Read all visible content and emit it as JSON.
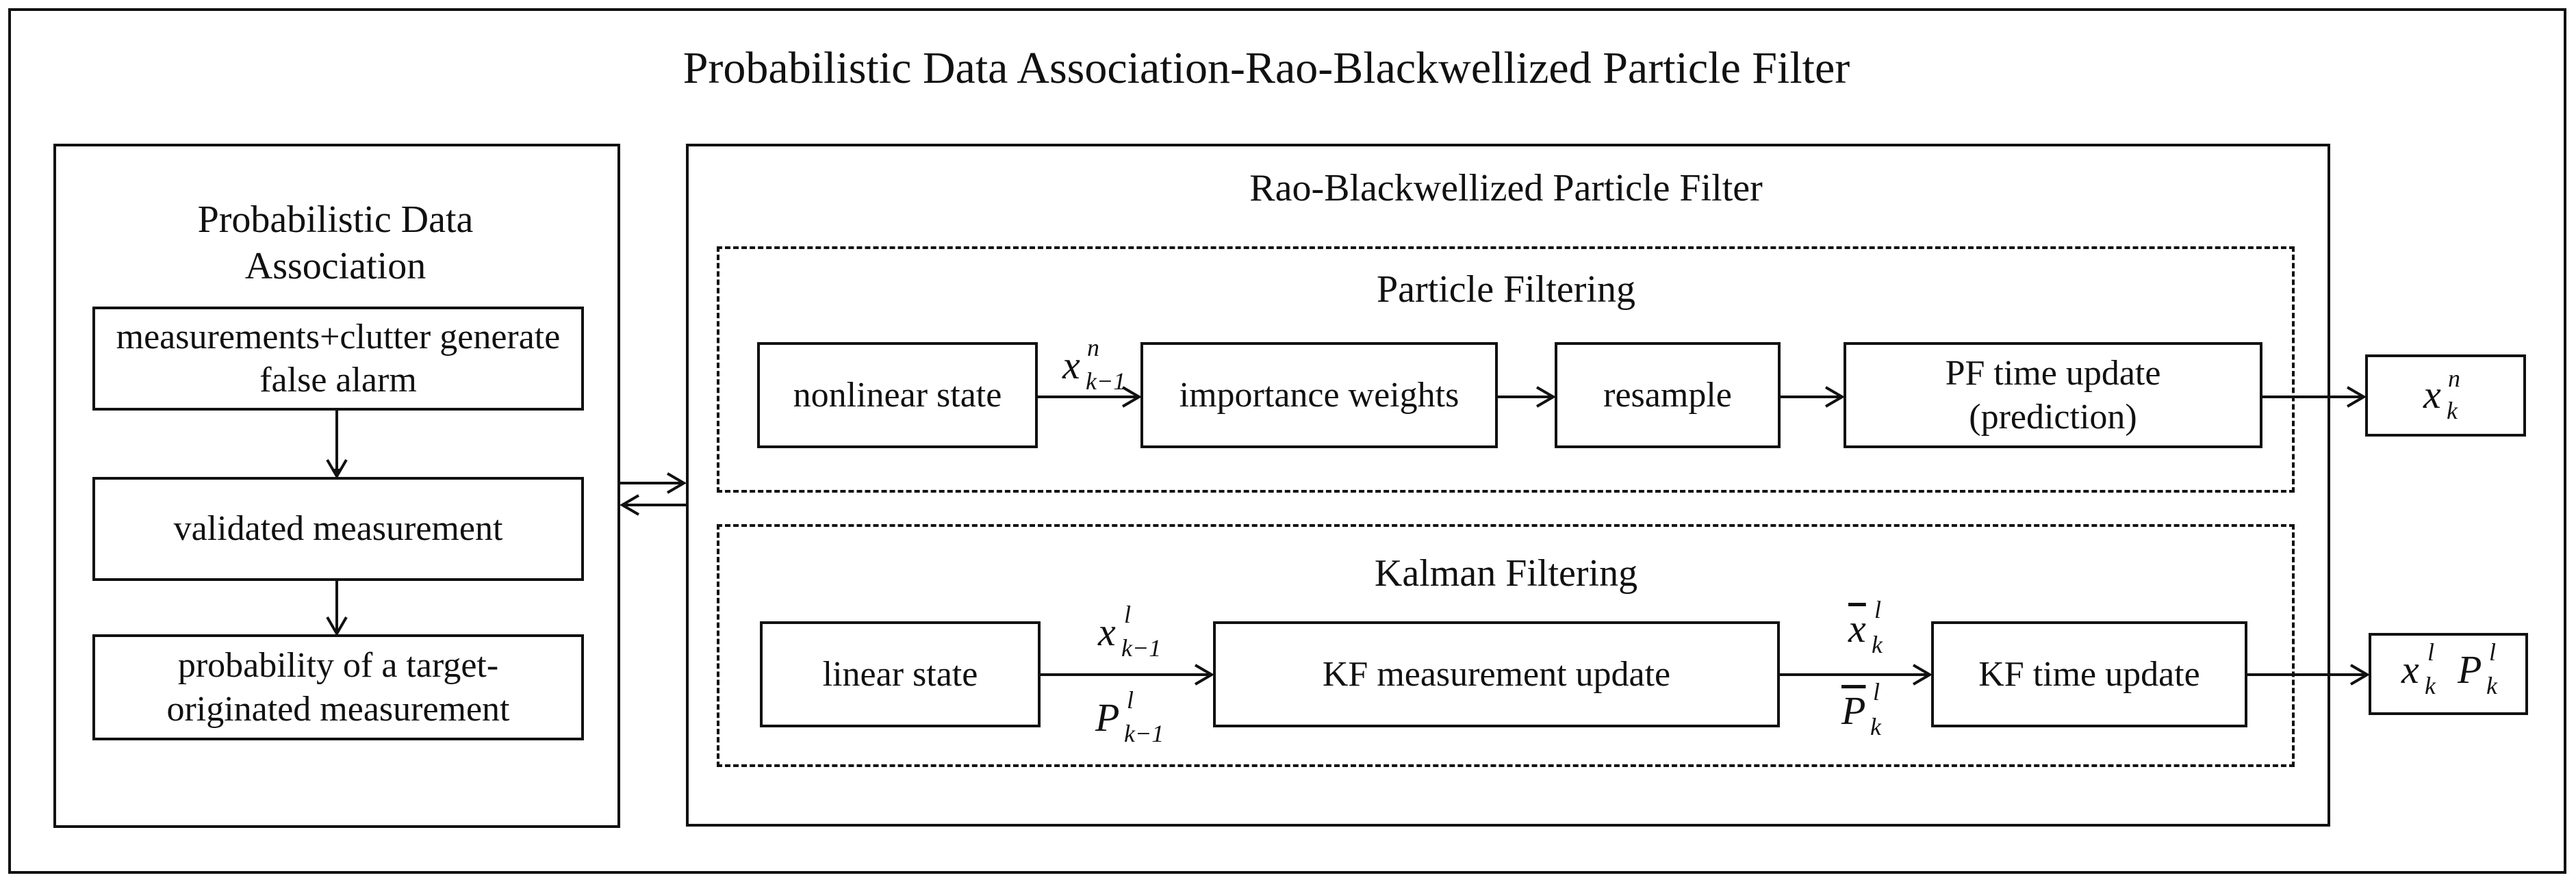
{
  "title": "Probabilistic Data Association-Rao-Blackwellized Particle Filter",
  "pda": {
    "title": "Probabilistic Data Association",
    "box1": "measurements+clutter generate false alarm",
    "box2": "validated measurement",
    "box3": "probability of a target-originated measurement"
  },
  "rbpf": {
    "title": "Rao-Blackwellized Particle Filter",
    "pf": {
      "title": "Particle Filtering",
      "nonlinear_state": "nonlinear state",
      "importance_weights": "importance weights",
      "resample": "resample",
      "pf_time_update": "PF time update (prediction)"
    },
    "kf": {
      "title": "Kalman Filtering",
      "linear_state": "linear state",
      "kf_measurement_update": "KF measurement update",
      "kf_time_update": "KF time update"
    }
  },
  "symbols": {
    "x_base": "x",
    "p_base": "P",
    "k": "k",
    "k_minus_1": "k−1",
    "n": "n",
    "l": "l"
  }
}
